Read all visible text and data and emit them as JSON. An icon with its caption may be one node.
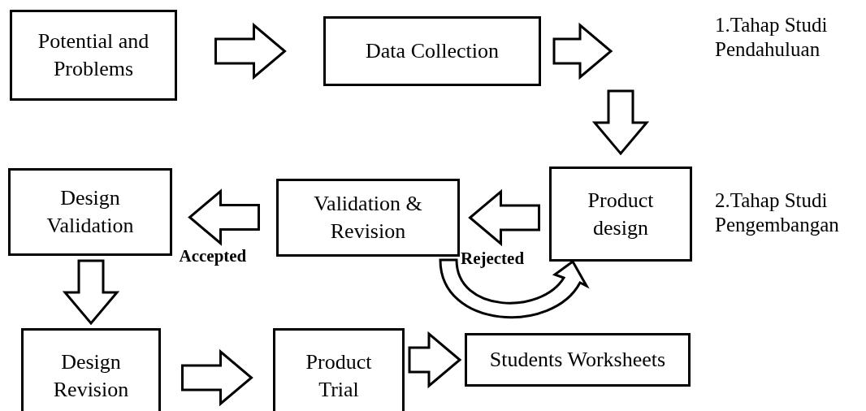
{
  "diagram": {
    "nodes": [
      {
        "text": [
          "Potential and Problems"
        ]
      },
      {
        "text": [
          "Data Collection"
        ]
      },
      {
        "text": [
          "Design Validation"
        ]
      },
      {
        "text": [
          "Validation & Revision"
        ]
      },
      {
        "text": [
          "Product design"
        ]
      },
      {
        "text": [
          "Design Revision"
        ]
      },
      {
        "text": [
          "Product Trial"
        ]
      },
      {
        "text": [
          "Students Worksheets"
        ]
      }
    ],
    "edges": [
      {
        "from": 0,
        "to": 1,
        "arrow": "to"
      },
      {
        "from": 1,
        "to": null,
        "arrow": "to"
      },
      {
        "from": null,
        "to": 4,
        "arrow": "to"
      },
      {
        "from": 4,
        "to": 3,
        "arrow": "to"
      },
      {
        "from": 3,
        "to": 2,
        "arrow": "to",
        "label": "Accepted"
      },
      {
        "from": 3,
        "to": 4,
        "arrow": "to",
        "label": "Rejected"
      },
      {
        "from": 2,
        "to": 5,
        "arrow": "to"
      },
      {
        "from": 5,
        "to": 6,
        "arrow": "to"
      },
      {
        "from": 6,
        "to": 7,
        "arrow": "to"
      }
    ],
    "labels": [
      "1.Tahap Studi Pendahuluan",
      "2.Tahap Studi Pengembangan"
    ]
  }
}
